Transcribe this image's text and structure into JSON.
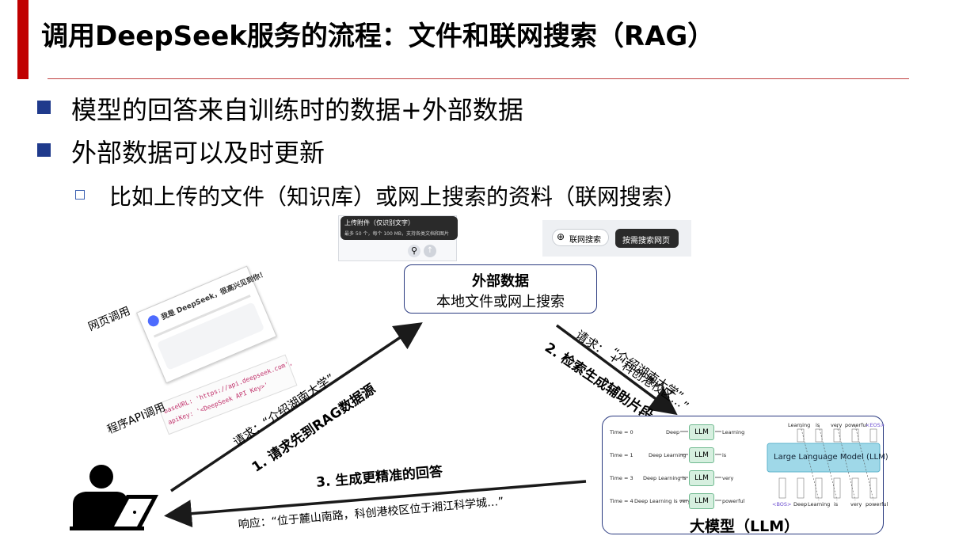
{
  "slide": {
    "title": "调用DeepSeek服务的流程：文件和联网搜索（RAG）",
    "bullets": [
      "模型的回答来自训练时的数据+外部数据",
      "外部数据可以及时更新"
    ],
    "sub_bullet": "比如上传的文件（知识库）或网上搜索的资料（联网搜索）"
  },
  "diagram": {
    "upload_tooltip": {
      "title": "上传附件（仅识别文字）",
      "detail": "最多 50 个，每个 100 MB，支持各类文档和图片"
    },
    "web_search": {
      "button": "联网搜索",
      "tooltip": "按需搜索网页"
    },
    "external_data": {
      "title": "外部数据",
      "subtitle": "本地文件或网上搜索"
    },
    "web_call_label": "网页调用",
    "api_call_label": "程序API调用",
    "web_shot_text": "我是 DeepSeek，很高兴见到你！",
    "api_code": [
      "baseURL: 'https://api.deepseek.com',",
      "apiKey: '<DeepSeek API Key>'"
    ],
    "step1": {
      "request": "请求：“介绍湖南大学”",
      "label": "1. 请求先到RAG数据源"
    },
    "step2": {
      "request_line1": "请求：  +“科创港校区…”",
      "request_line2": "“介绍湖南大学”",
      "label": "2. 检索生成辅助片段"
    },
    "step3": {
      "label": "3. 生成更精准的回答",
      "response": "响应：“位于麓山南路，科创港校区位于湘江科学城…”"
    },
    "llm": {
      "caption": "大模型（LLM）",
      "big_label": "Large Language Model (LLM)",
      "times": [
        "Time = 0",
        "Time = 1",
        "Time = 3",
        "Time = 4"
      ],
      "inputs": [
        "Deep",
        "Deep Learning",
        "Deep Learning is",
        "Deep Learning is very"
      ],
      "outputs": [
        "Learning",
        "is",
        "very",
        "powerful"
      ],
      "box_label": "LLM",
      "top_tokens": [
        "Learning",
        "is",
        "very",
        "powerful",
        "<EOS>"
      ],
      "bottom_tokens": [
        "<BOS>",
        "Deep",
        "Learning",
        "is",
        "very",
        "powerful"
      ]
    },
    "colors": {
      "accent_red": "#c00000",
      "bullet_blue": "#1f3a8c",
      "box_border": "#2a3a80"
    }
  }
}
